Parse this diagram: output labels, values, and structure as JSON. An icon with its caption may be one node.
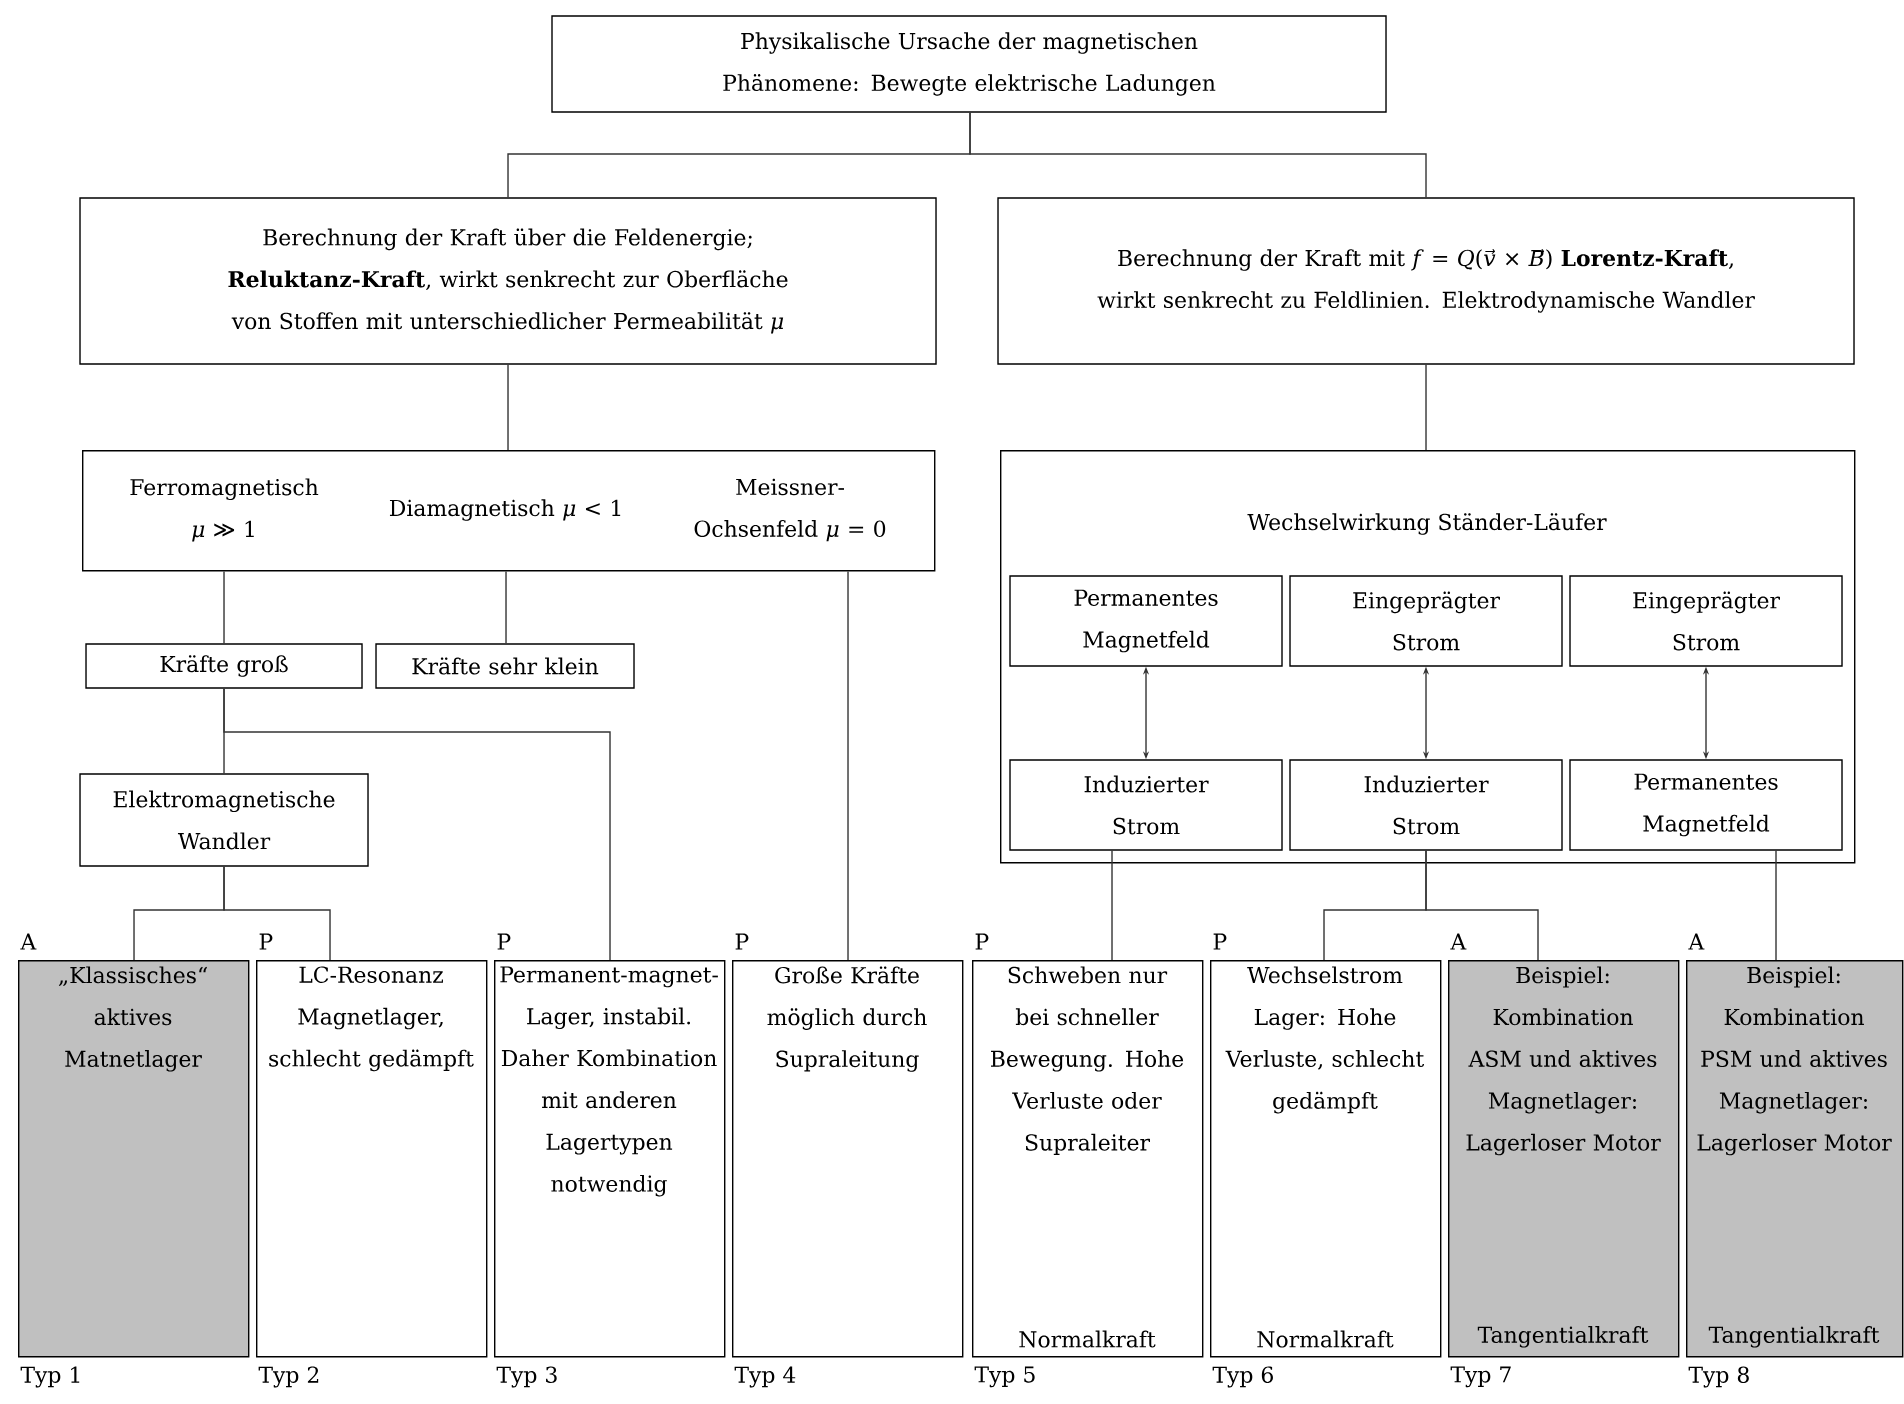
{
  "diagram": {
    "nodes": [
      {
        "text": [
          "Physikalische Ursache der magnetischen Phänomene: Bewegte elektrische Ladungen"
        ]
      },
      {
        "text": [
          "Berechnung der Kraft über die Feldenergie; **Reluktanz-Kraft**, wirkt senkrecht zur Oberfläche von Stoffen mit unterschiedlicher Permeabilität *μ*"
        ]
      },
      {
        "text": [
          "Berechnung der Kraft mit *f* = *Q*(*v⃗* × *B⃗*) **Lorentz-Kraft**, wirkt senkrecht zu Feldlinien. Elektrodynamische Wandler"
        ]
      },
      {
        "text": [
          "Ferromagnetisch *μ* ≫ 1",
          "Diamagnetisch *μ* < 1",
          "Meissner-Ochsenfeld *μ* = 0"
        ]
      },
      {
        "text": [
          "Kräfte groß"
        ]
      },
      {
        "text": [
          "Kräfte sehr klein"
        ]
      },
      {
        "text": [
          "Elektromagnetische Wandler"
        ]
      },
      {
        "text": [
          "Wechselwirkung Ständer-Läufer"
        ]
      },
      {
        "text": [
          "Permanentes Magnetfeld"
        ],
        "in": 7
      },
      {
        "text": [
          "Eingeprägter Strom"
        ],
        "in": 7
      },
      {
        "text": [
          "Eingeprägter Strom"
        ],
        "in": 7
      },
      {
        "text": [
          "Induzierter Strom"
        ],
        "in": 7
      },
      {
        "text": [
          "Induzierter Strom"
        ],
        "in": 7
      },
      {
        "text": [
          "Permanentes Magnetfeld"
        ],
        "in": 7
      },
      {
        "text": [
          "„Klassisches“ aktives Matnetlager"
        ],
        "beside": [
          "A",
          "Typ 1"
        ]
      },
      {
        "text": [
          "LC-Resonanz Magnetlager, schlecht gedämpft"
        ],
        "beside": [
          "P",
          "Typ 2"
        ]
      },
      {
        "text": [
          "Permanent-magnet-Lager, instabil. Daher Kombination mit anderen Lagertypen notwendig"
        ],
        "beside": [
          "P",
          "Typ 3"
        ]
      },
      {
        "text": [
          "Große Kräfte möglich durch Supraleitung"
        ],
        "beside": [
          "P",
          "Typ 4"
        ]
      },
      {
        "text": [
          "Schweben nur bei schneller Bewegung. Hohe Verluste oder Supraleiter",
          "Normalkraft"
        ],
        "beside": [
          "P",
          "Typ 5"
        ]
      },
      {
        "text": [
          "Wechselstrom Lager: Hohe Verluste, schlecht gedämpft",
          "Normalkraft"
        ],
        "beside": [
          "P",
          "Typ 6"
        ]
      },
      {
        "text": [
          "Beispiel: Kombination ASM und aktives Magnetlager: Lagerloser Motor",
          "Tangentialkraft"
        ],
        "beside": [
          "A",
          "Typ 7"
        ]
      },
      {
        "text": [
          "Beispiel: Kombination PSM und aktives Magnetlager: Lagerloser Motor",
          "Tangentialkraft"
        ],
        "beside": [
          "A",
          "Typ 8"
        ]
      }
    ],
    "edges": [
      {
        "from": 0,
        "to": 1,
        "arrow": "none"
      },
      {
        "from": 0,
        "to": 2,
        "arrow": "none"
      },
      {
        "from": 1,
        "to": 3,
        "arrow": "none"
      },
      {
        "from": 2,
        "to": 7,
        "arrow": "none"
      },
      {
        "from": 3,
        "to": 4,
        "arrow": "none"
      },
      {
        "from": 3,
        "to": 5,
        "arrow": "none"
      },
      {
        "from": 3,
        "to": 17,
        "arrow": "none"
      },
      {
        "from": 4,
        "to": 6,
        "arrow": "none"
      },
      {
        "from": 4,
        "to": 16,
        "arrow": "none"
      },
      {
        "from": 6,
        "to": 14,
        "arrow": "none"
      },
      {
        "from": 6,
        "to": 15,
        "arrow": "none"
      },
      {
        "from": 8,
        "to": 11,
        "arrow": "both"
      },
      {
        "from": 9,
        "to": 12,
        "arrow": "both"
      },
      {
        "from": 10,
        "to": 13,
        "arrow": "both"
      },
      {
        "from": 11,
        "to": 18,
        "arrow": "none"
      },
      {
        "from": 12,
        "to": 19,
        "arrow": "none"
      },
      {
        "from": 12,
        "to": 20,
        "arrow": "none"
      },
      {
        "from": 13,
        "to": 21,
        "arrow": "none"
      }
    ]
  }
}
